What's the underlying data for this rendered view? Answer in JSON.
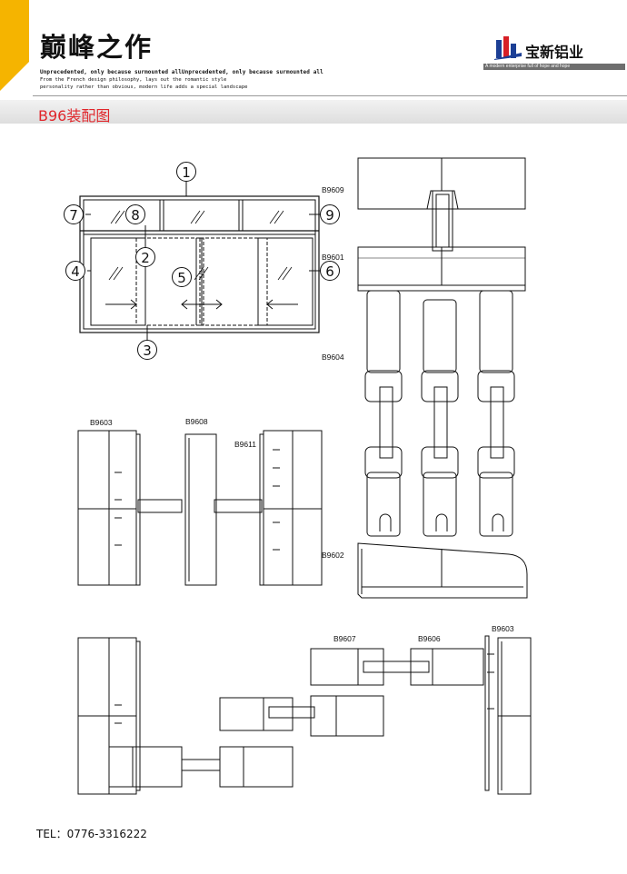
{
  "header": {
    "brand_title": "巅峰之作",
    "slogan": "Unprecedented, only because surmounted allUnprecedented, only because surmounted all",
    "description_line1": "From the French design philosophy, lays out the romantic style",
    "description_line2": "personality rather than obvious, modern life adds a special landscape",
    "company_name": "宝新铝业",
    "company_tagline": "A modern enterprise full of hope and hope"
  },
  "section": {
    "title": "B96装配图"
  },
  "labels": {
    "b9609": "B9609",
    "b9601": "B9601",
    "b9604": "B9604",
    "b9602": "B9602",
    "b9603_top": "B9603",
    "b9608": "B9608",
    "b9611": "B9611",
    "b9607": "B9607",
    "b9606": "B9606",
    "b9603_bottom": "B9603"
  },
  "callouts": [
    "1",
    "2",
    "3",
    "4",
    "5",
    "6",
    "7",
    "8",
    "9"
  ],
  "footer": {
    "tel": "TEL：0776-3316222"
  },
  "colors": {
    "accent_yellow": "#f5b400",
    "title_red": "#e0262b",
    "logo_blue": "#1c3f95",
    "logo_red": "#d71f26"
  }
}
